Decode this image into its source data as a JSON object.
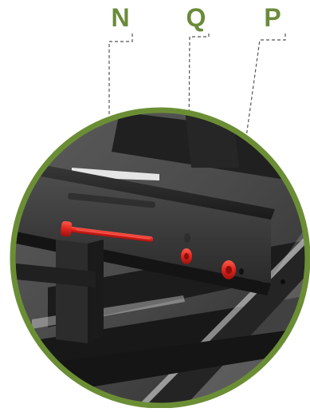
{
  "labels": {
    "n": "N",
    "q": "Q",
    "p": "P"
  },
  "colors": {
    "label_green": "#6a8b3a",
    "circle_border": "#6b8e35",
    "highlight_red": "#e0241f",
    "frame_dark": "#1e1e1e",
    "leader_line": "#555555"
  },
  "icons": {
    "bolt": "long-bolt-icon",
    "washer": "washer-icon",
    "nut": "cap-nut-icon"
  }
}
